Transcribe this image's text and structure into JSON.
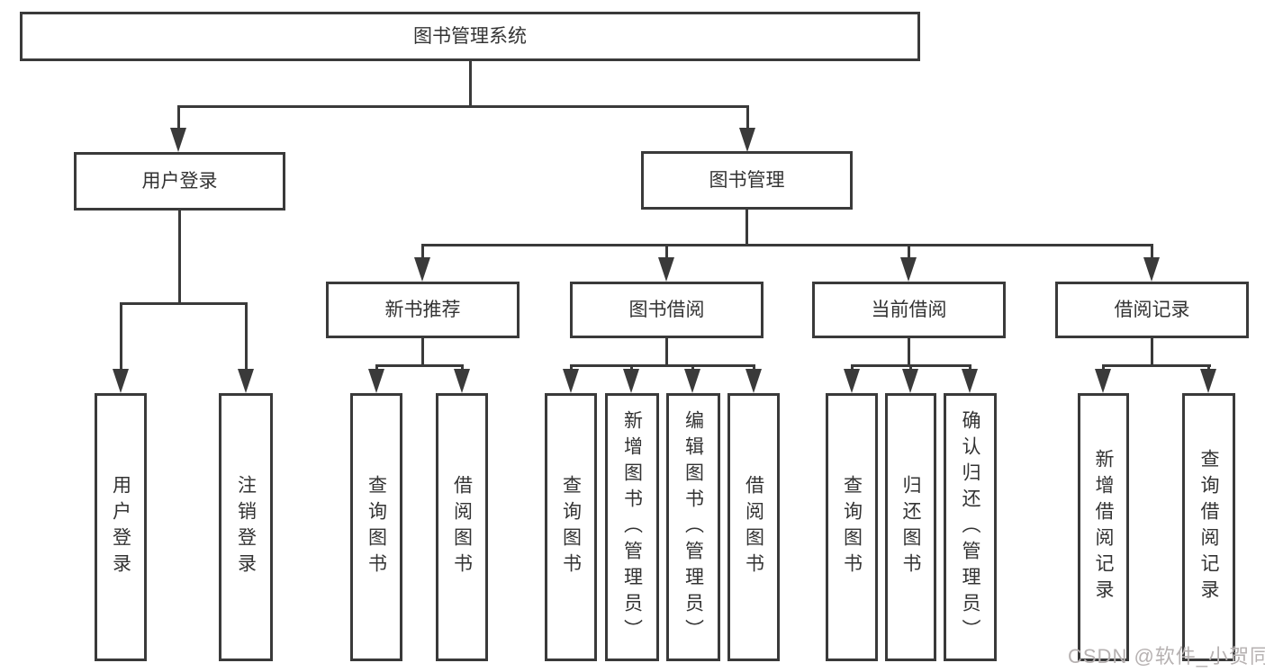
{
  "diagram": {
    "root": {
      "label": "图书管理系统"
    },
    "children": [
      {
        "label": "用户登录",
        "leaves": [
          {
            "label": "用户登录"
          },
          {
            "label": "注销登录"
          }
        ]
      },
      {
        "label": "图书管理",
        "children": [
          {
            "label": "新书推荐",
            "leaves": [
              {
                "label": "查询图书"
              },
              {
                "label": "借阅图书"
              }
            ]
          },
          {
            "label": "图书借阅",
            "leaves": [
              {
                "label": "查询图书"
              },
              {
                "label": "新增图书（管理员）"
              },
              {
                "label": "编辑图书（管理员）"
              },
              {
                "label": "借阅图书"
              }
            ]
          },
          {
            "label": "当前借阅",
            "leaves": [
              {
                "label": "查询图书"
              },
              {
                "label": "归还图书"
              },
              {
                "label": "确认归还（管理员）"
              }
            ]
          },
          {
            "label": "借阅记录",
            "leaves": [
              {
                "label": "新增借阅记录"
              },
              {
                "label": "查询借阅记录"
              }
            ]
          }
        ]
      }
    ]
  },
  "watermark": {
    "text": "CSDN @软件_小贺同学"
  },
  "colors": {
    "line": "#3a3a3a",
    "text": "#333333",
    "watermark": "#b6b1b1",
    "background": "#ffffff"
  }
}
